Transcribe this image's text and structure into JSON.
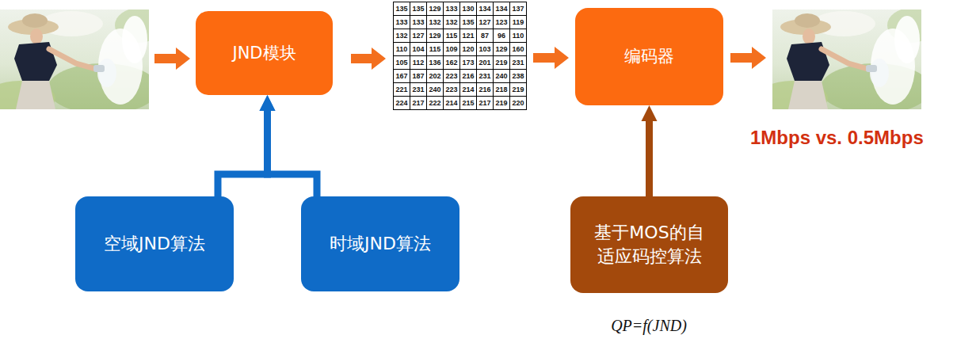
{
  "diagram": {
    "nodes": [
      {
        "text": [
          "JND模块"
        ]
      },
      {
        "text": [
          "编码器"
        ]
      },
      {
        "text": [
          "空域JND算法"
        ]
      },
      {
        "text": [
          "时域JND算法"
        ]
      },
      {
        "text": [
          "基于MOS的自 适应码控算法"
        ]
      }
    ],
    "edges": [
      {
        "from": 2,
        "to": 0,
        "arrow": "to"
      },
      {
        "from": 3,
        "to": 0,
        "arrow": "to"
      },
      {
        "from": 4,
        "to": 1,
        "arrow": "to"
      }
    ],
    "labels": [
      "135",
      "135",
      "129",
      "133",
      "130",
      "134",
      "134",
      "137",
      "133",
      "133",
      "132",
      "132",
      "135",
      "127",
      "123",
      "119",
      "132",
      "127",
      "129",
      "115",
      "121",
      "87",
      "96",
      "110",
      "110",
      "104",
      "115",
      "109",
      "120",
      "103",
      "129",
      "160",
      "105",
      "112",
      "136",
      "162",
      "173",
      "201",
      "219",
      "231",
      "167",
      "187",
      "202",
      "223",
      "216",
      "231",
      "240",
      "238",
      "221",
      "231",
      "240",
      "223",
      "214",
      "216",
      "218",
      "219",
      "224",
      "217",
      "222",
      "214",
      "215",
      "217",
      "219",
      "220",
      "1Mbps vs. 0.5Mbps",
      "QP=f(JND)"
    ]
  }
}
